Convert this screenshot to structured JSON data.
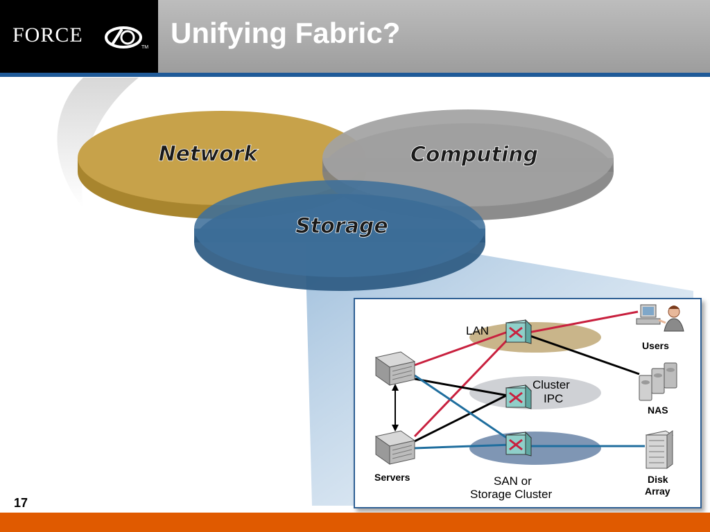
{
  "header": {
    "logo_text": "FORCE",
    "logo_trademark": "TM",
    "title": "Unifying Fabric?"
  },
  "venn": {
    "network": "Network",
    "computing": "Computing",
    "storage": "Storage",
    "colors": {
      "network": "#c7a24a",
      "computing": "#9e9e9e",
      "storage": "#3f6f9a"
    }
  },
  "inset": {
    "lan": "LAN",
    "cluster_ipc_line1": "Cluster",
    "cluster_ipc_line2": "IPC",
    "san_line1": "SAN or",
    "san_line2": "Storage Cluster",
    "servers": "Servers",
    "users": "Users",
    "nas": "NAS",
    "disk_array_line1": "Disk",
    "disk_array_line2": "Array",
    "colors": {
      "red_link": "#c8203e",
      "black_link": "#000000",
      "blue_link": "#1f6e9e"
    }
  },
  "footer": {
    "page_number": "17"
  }
}
